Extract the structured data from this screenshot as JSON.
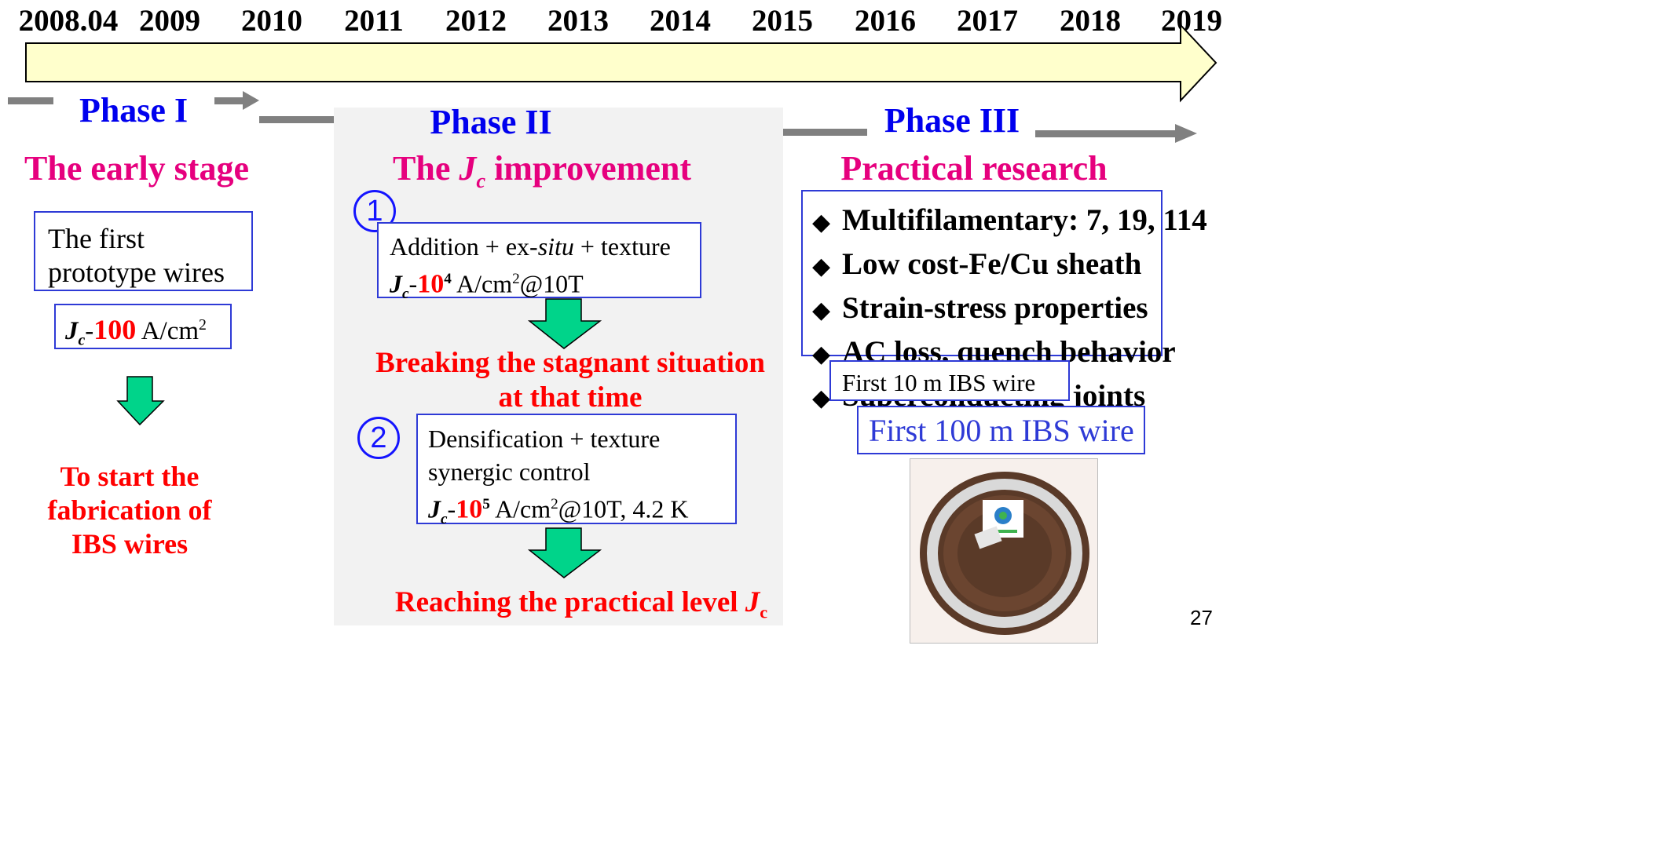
{
  "timeline": {
    "years": [
      "2008.04",
      "2009",
      "2010",
      "2011",
      "2012",
      "2013",
      "2014",
      "2015",
      "2016",
      "2017",
      "2018",
      "2019"
    ],
    "colors": {
      "arrow_fill": "#ffffcc",
      "arrow_stroke": "#000000",
      "phase_line": "#808080"
    }
  },
  "phase1": {
    "title": "Phase I",
    "stage": "The early stage",
    "box_line1": "The first",
    "box_line2": "prototype wires",
    "jc_sym": "J",
    "jc_sub": "c",
    "jc_dash": "-",
    "jc_value": "100",
    "jc_unit": " A/cm",
    "jc_unit_sup": "2",
    "result_line1": "To start the",
    "result_line2": "fabrication of",
    "result_line3": "IBS wires"
  },
  "phase2": {
    "title": "Phase II",
    "stage_pre": "The ",
    "stage_sym": "J",
    "stage_sub": "c",
    "stage_post": " improvement",
    "step1": {
      "num": "1",
      "line1_a": "Addition + ex-",
      "line1_b": "situ",
      "line1_c": " + texture",
      "jc_sym": "J",
      "jc_sub": "c",
      "jc_dash": "-",
      "jc_base": "10",
      "jc_exp": "4",
      "jc_unit": " A/cm",
      "jc_unit_sup": "2",
      "jc_cond": "@10T"
    },
    "result1_line1": "Breaking the stagnant situation",
    "result1_line2": "at that time",
    "step2": {
      "num": "2",
      "line1": "Densification + texture",
      "line2": "synergic control",
      "jc_sym": "J",
      "jc_sub": "c",
      "jc_dash": "-",
      "jc_base": "10",
      "jc_exp": "5",
      "jc_unit": " A/cm",
      "jc_unit_sup": "2",
      "jc_cond": "@10T, 4.2 K"
    },
    "result2_pre": "Reaching the practical level ",
    "result2_sym": "J",
    "result2_sub": "c"
  },
  "phase3": {
    "title": "Phase III",
    "stage": "Practical research",
    "bullet_glyph": "◆",
    "bullets": [
      {
        "bold": "Multifilamentary",
        "rest": ": 7, 19, 114"
      },
      {
        "bold": "Low cost-Fe/Cu sheath",
        "rest": ""
      },
      {
        "bold": "Strain-stress properties",
        "rest": ""
      },
      {
        "bold": "AC loss, quench behavior",
        "rest": ""
      },
      {
        "bold": "Superconducting joints",
        "rest": ""
      }
    ],
    "first10": "First 10 m IBS wire",
    "first100": "First 100 m IBS wire"
  },
  "page_number": "27"
}
